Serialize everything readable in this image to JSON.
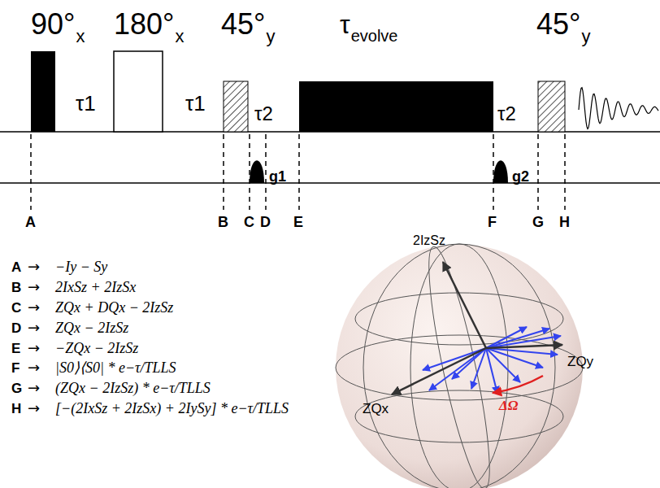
{
  "diagram": {
    "labels": [
      "90°",
      "x",
      "180°",
      "x",
      "45°",
      "y",
      "τ",
      "evolve",
      "45°",
      "y",
      "τ1",
      "τ1",
      "τ2",
      "τ2",
      "g1",
      "g2",
      "A",
      "B",
      "C",
      "D",
      "E",
      "F",
      "G",
      "H",
      "A",
      "→",
      "−Iy − Sy",
      "B",
      "→",
      "2IxSz + 2IzSx",
      "C",
      "→",
      "ZQx + DQx − 2IzSz",
      "D",
      "→",
      "ZQx − 2IzSz",
      "E",
      "→",
      "−ZQx − 2IzSz",
      "F",
      "→",
      "|S0⟩⟨S0| * e−τ/TLLS",
      "G",
      "→",
      "(ZQx − 2IzSz) * e−τ/TLLS",
      "H",
      "→",
      "[−(2IxSz + 2IzSx) + 2IySy] * e−τ/TLLS",
      "2IzSz",
      "ZQx",
      "ZQy",
      "ΔΩ"
    ]
  }
}
